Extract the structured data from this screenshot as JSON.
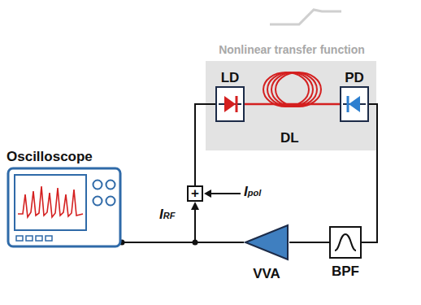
{
  "diagram": {
    "nodes": [
      {
        "text": [
          "Nonlinear transfer function"
        ]
      },
      {
        "text": [
          "LD"
        ],
        "in": 0
      },
      {
        "text": [
          "PD"
        ],
        "in": 0
      },
      {
        "text": [
          "+"
        ]
      },
      {
        "text": [
          "Oscilloscope"
        ]
      },
      {
        "text": [
          "VVA"
        ]
      },
      {
        "text": [
          "BPF"
        ]
      }
    ],
    "edges": [
      {
        "from": 1,
        "to": 2,
        "arrow": "none"
      },
      {
        "from": 2,
        "to": 6,
        "arrow": "none"
      },
      {
        "from": 6,
        "to": 5,
        "arrow": "none"
      },
      {
        "from": 5,
        "to": 4,
        "arrow": "none"
      },
      {
        "from": 5,
        "to": 3,
        "arrow": "to"
      },
      {
        "from": 3,
        "to": 1,
        "arrow": "none"
      }
    ],
    "labels": [
      "DL",
      "Ipol",
      "IRF"
    ]
  }
}
